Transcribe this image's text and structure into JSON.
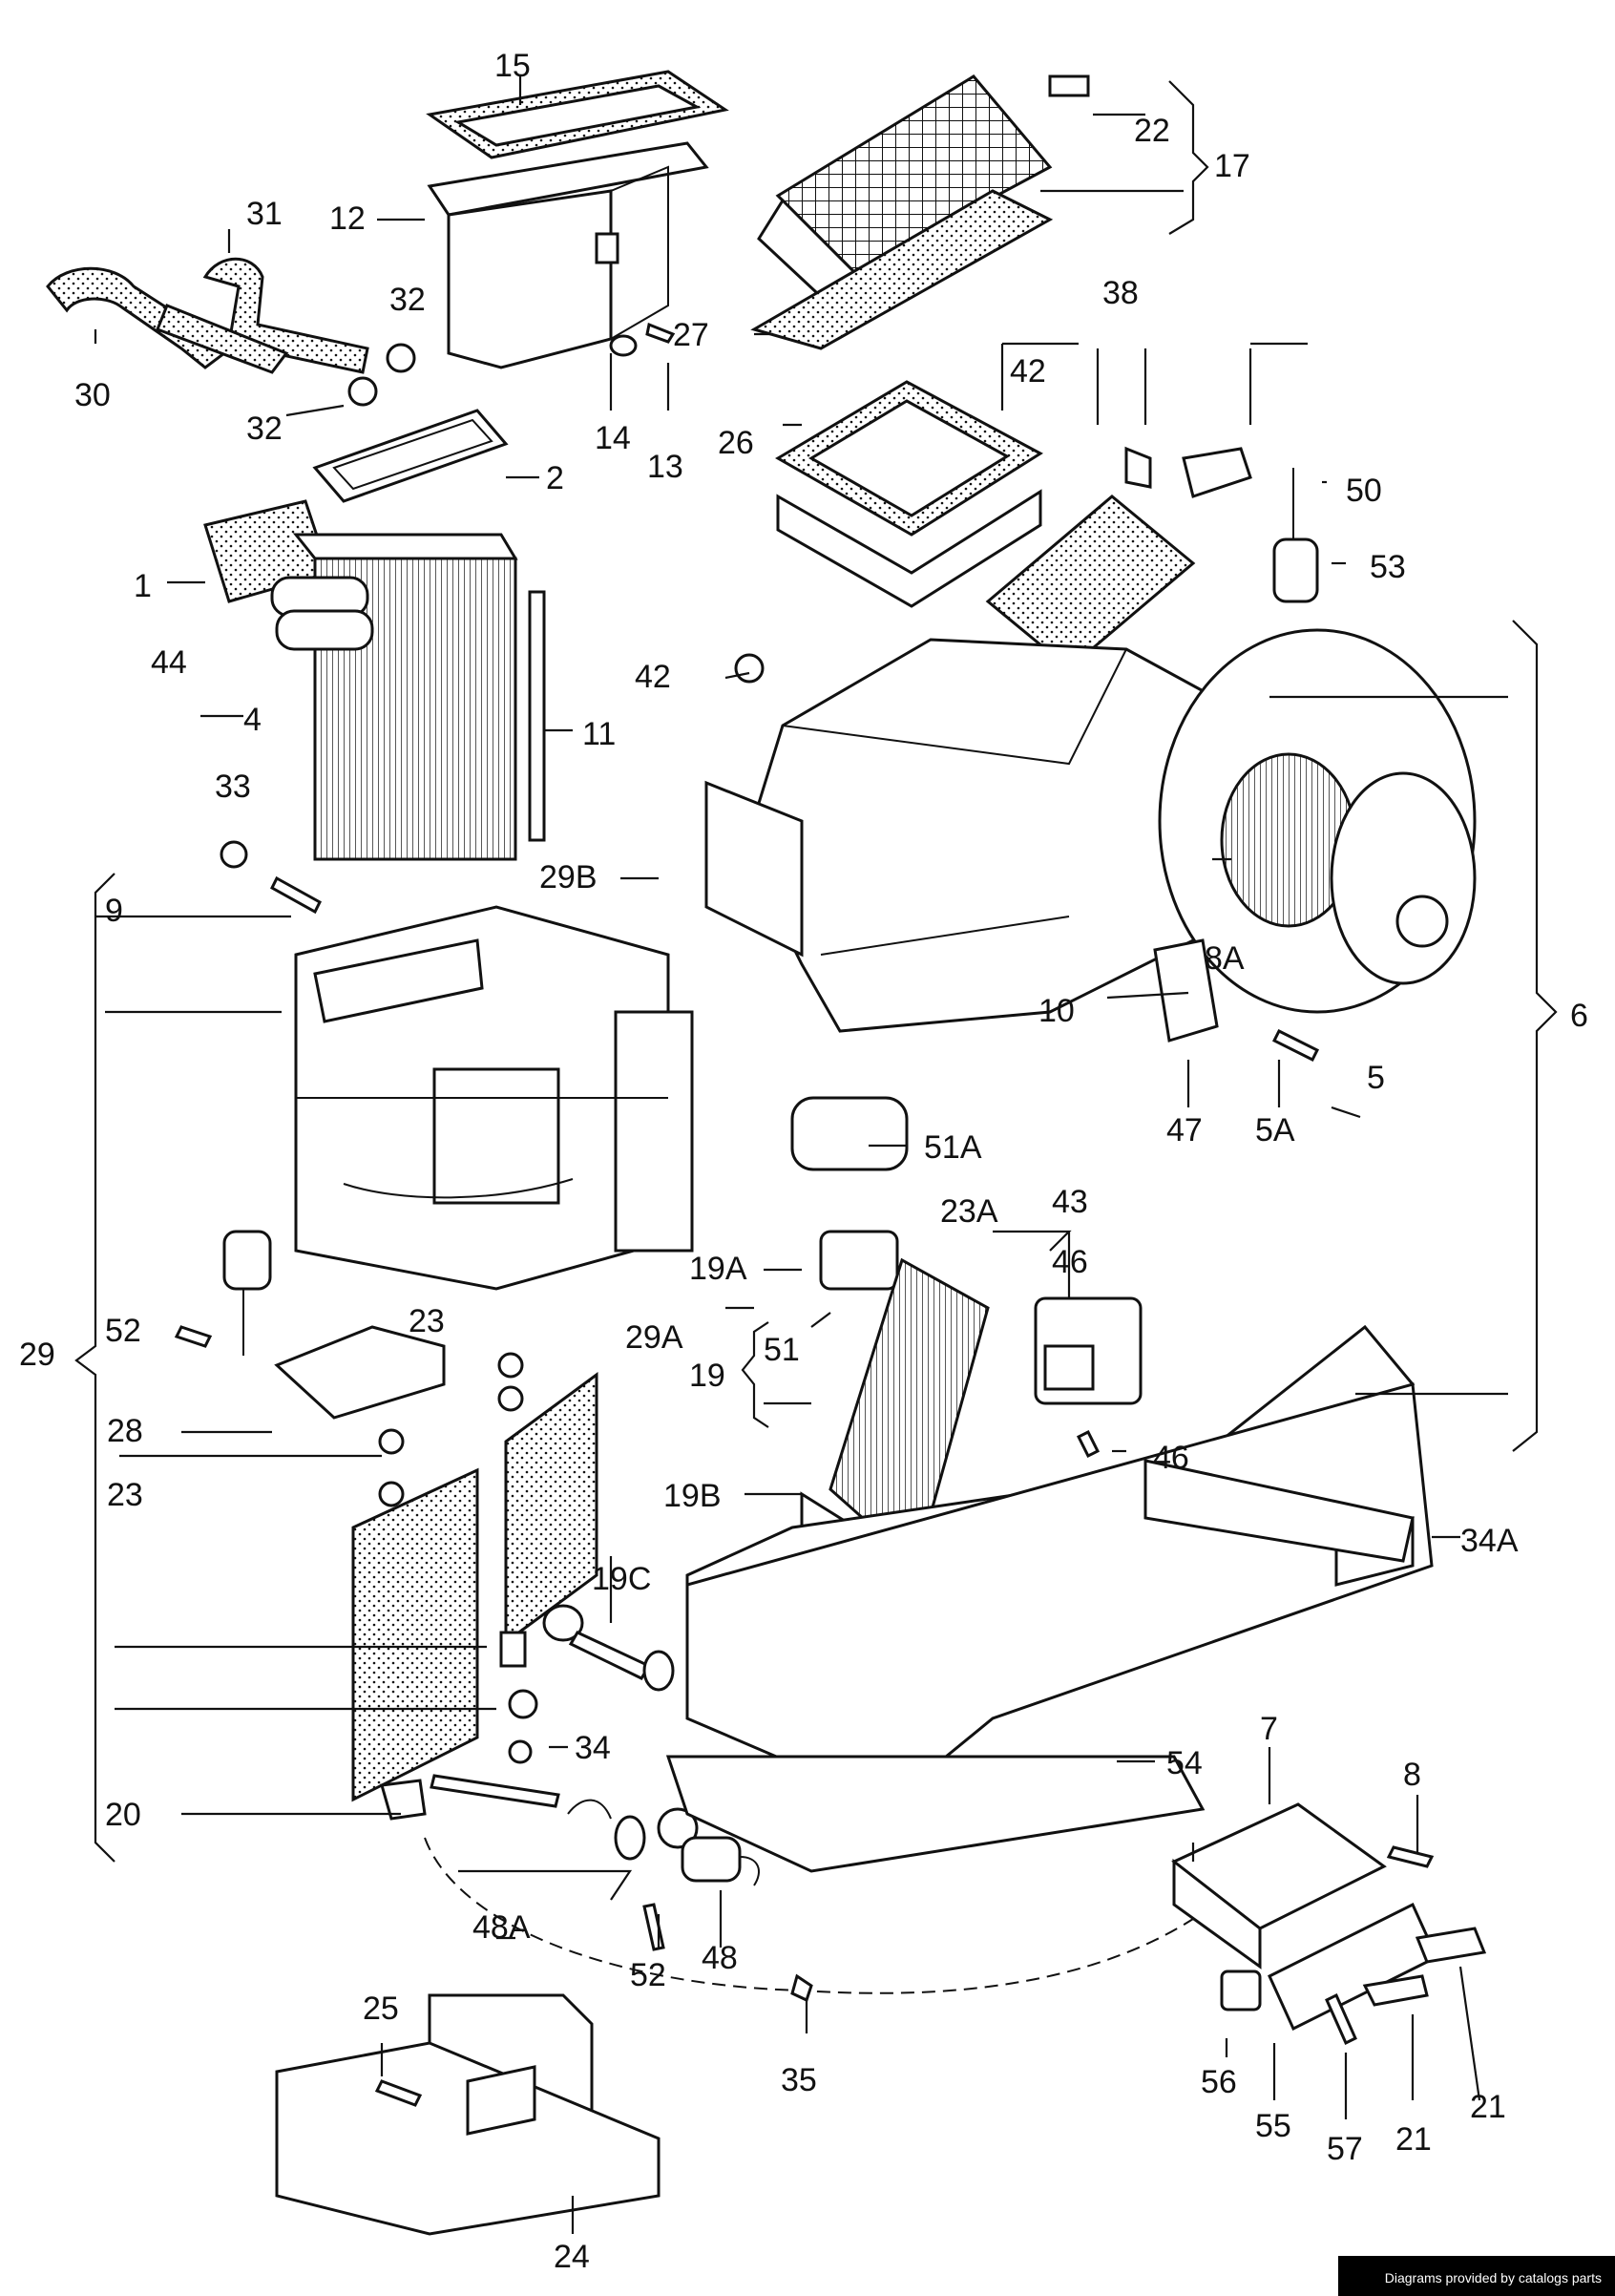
{
  "callouts": {
    "c1": "1",
    "c2": "2",
    "c4": "4",
    "c5": "5",
    "c5a": "5A",
    "c6": "6",
    "c7": "7",
    "c8": "8",
    "c8a": "8A",
    "c9": "9",
    "c10": "10",
    "c11": "11",
    "c12": "12",
    "c13": "13",
    "c14": "14",
    "c15": "15",
    "c17": "17",
    "c19": "19",
    "c19a": "19A",
    "c19b": "19B",
    "c19c": "19C",
    "c20": "20",
    "c21a": "21",
    "c21b": "21",
    "c22": "22",
    "c23a": "23",
    "c23b": "23",
    "c23a_box": "23A",
    "c24": "24",
    "c25": "25",
    "c26": "26",
    "c27": "27",
    "c28": "28",
    "c29": "29",
    "c29a": "29A",
    "c29b": "29B",
    "c30": "30",
    "c31": "31",
    "c32a": "32",
    "c32b": "32",
    "c33": "33",
    "c34": "34",
    "c34a": "34A",
    "c35": "35",
    "c38": "38",
    "c42a": "42",
    "c42b": "42",
    "c43": "43",
    "c44": "44",
    "c46a": "46",
    "c46b": "46",
    "c47": "47",
    "c48": "48",
    "c48a": "48A",
    "c50": "50",
    "c51": "51",
    "c51a": "51A",
    "c52a": "52",
    "c52b": "52",
    "c53": "53",
    "c54": "54",
    "c55": "55",
    "c56": "56",
    "c57": "57"
  },
  "footer": {
    "credit": "Diagrams provided by catalogs parts"
  }
}
